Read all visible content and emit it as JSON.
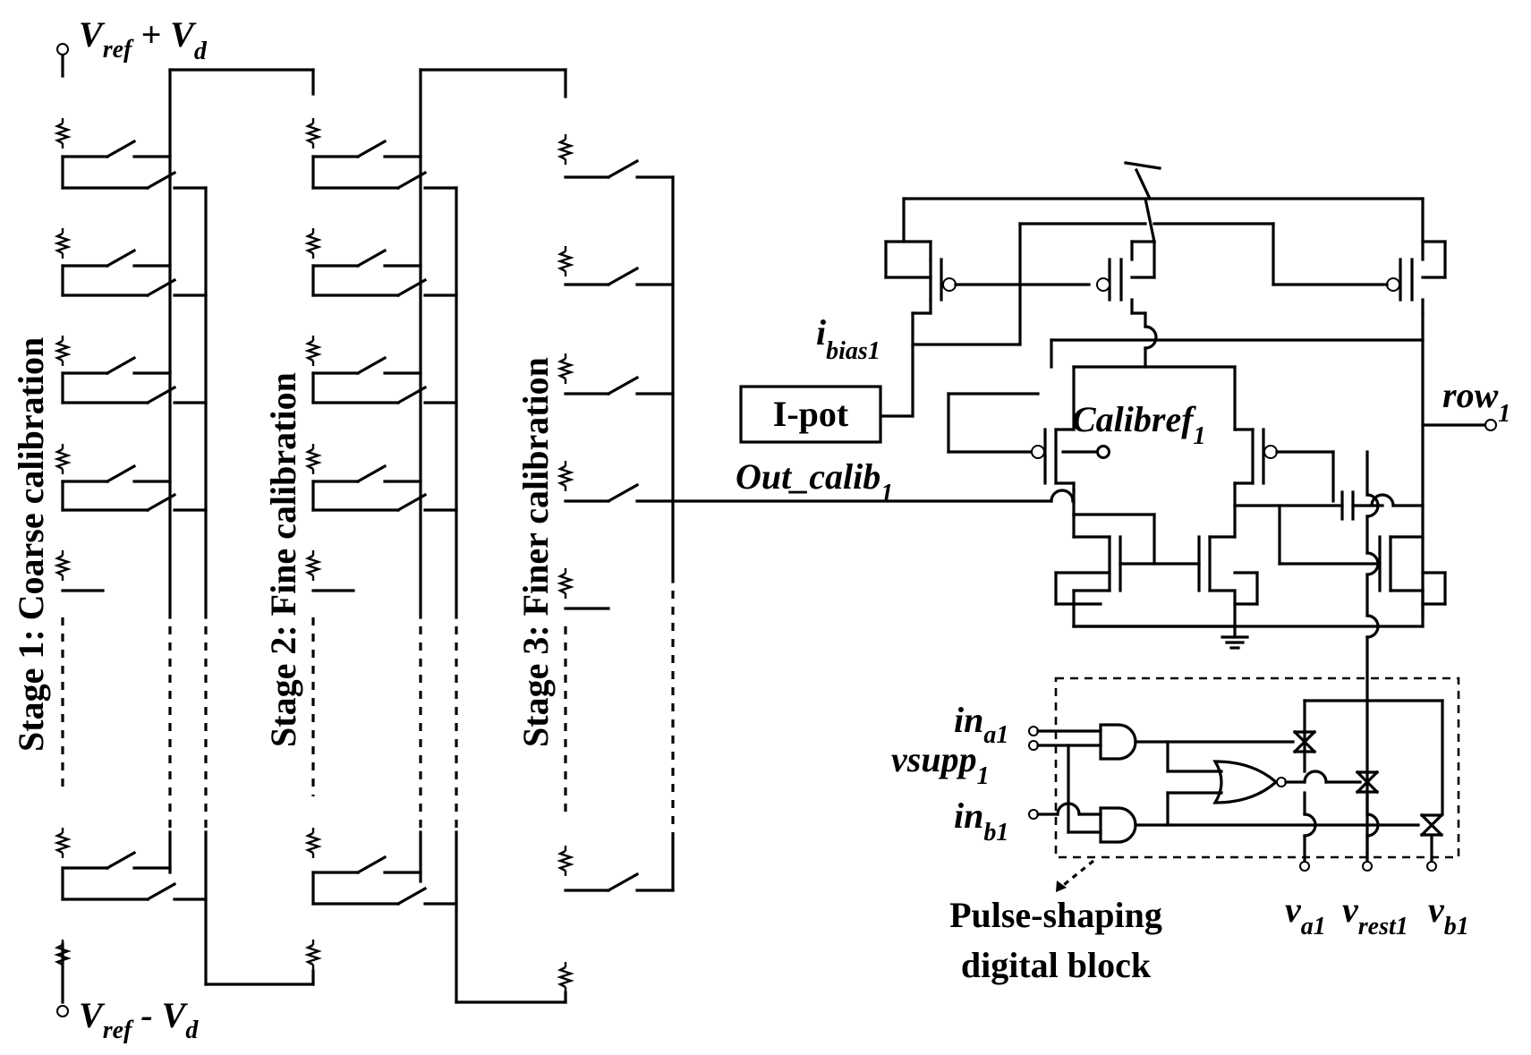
{
  "diagram": {
    "labels": {
      "vref_plus": {
        "main": "V",
        "sub": "ref",
        "rest": " + V",
        "sub2": "d"
      },
      "vref_minus": {
        "main": "V",
        "sub": "ref",
        "rest": " - V",
        "sub2": "d"
      },
      "stage1": "Stage 1: Coarse calibration",
      "stage2": "Stage 2: Fine calibration",
      "stage3": "Stage 3: Finer calibration",
      "ibias": {
        "main": "i",
        "sub": "bias1"
      },
      "ipot": "I-pot",
      "calibref": {
        "main": "Calibref",
        "sub": "1"
      },
      "out_calib": {
        "main": "Out_calib",
        "sub": "1"
      },
      "row": {
        "main": "row",
        "sub": "1"
      },
      "in_a": {
        "main": "in",
        "sub": "a1"
      },
      "vsupp": {
        "main": "vsupp",
        "sub": "1"
      },
      "in_b": {
        "main": "in",
        "sub": "b1"
      },
      "pulse_line1": "Pulse-shaping",
      "pulse_line2": "digital block",
      "va": {
        "main": "v",
        "sub": "a1"
      },
      "vrest": {
        "main": "v",
        "sub": "rest1"
      },
      "vb": {
        "main": "v",
        "sub": "b1"
      }
    }
  }
}
